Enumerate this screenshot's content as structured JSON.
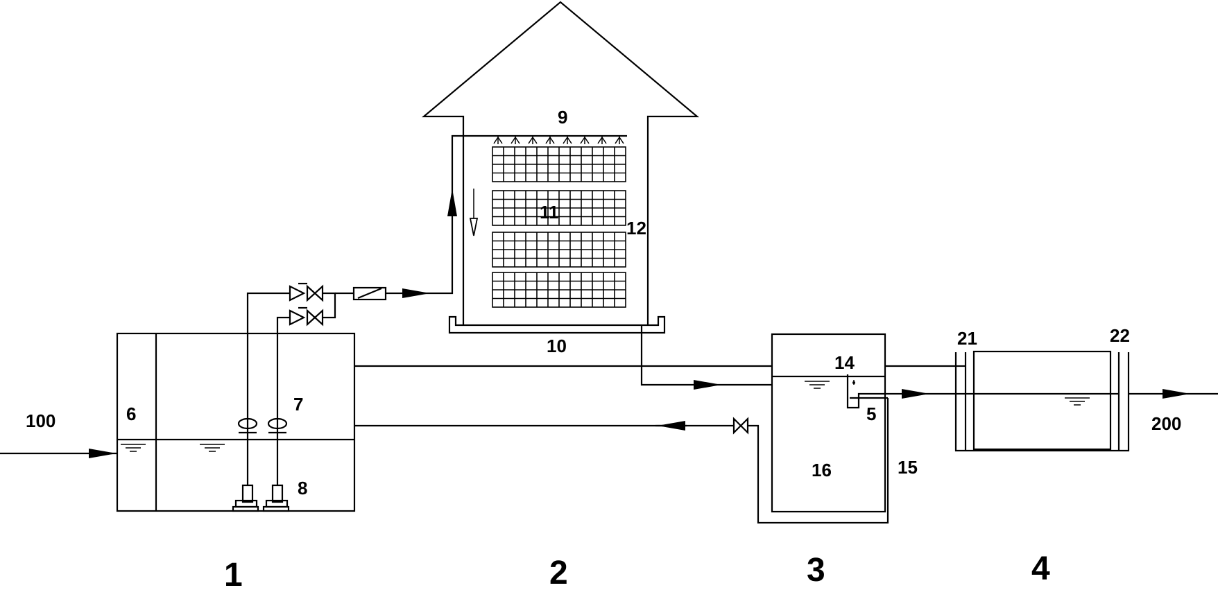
{
  "labels": {
    "inflow": "100",
    "outflow": "200",
    "n5": "5",
    "n6": "6",
    "n7": "7",
    "n8": "8",
    "n9": "9",
    "n10": "10",
    "n11": "11",
    "n12": "12",
    "n14": "14",
    "n15": "15",
    "n16": "16",
    "n21": "21",
    "n22": "22"
  },
  "units": {
    "u1": "1",
    "u2": "2",
    "u3": "3",
    "u4": "4"
  }
}
